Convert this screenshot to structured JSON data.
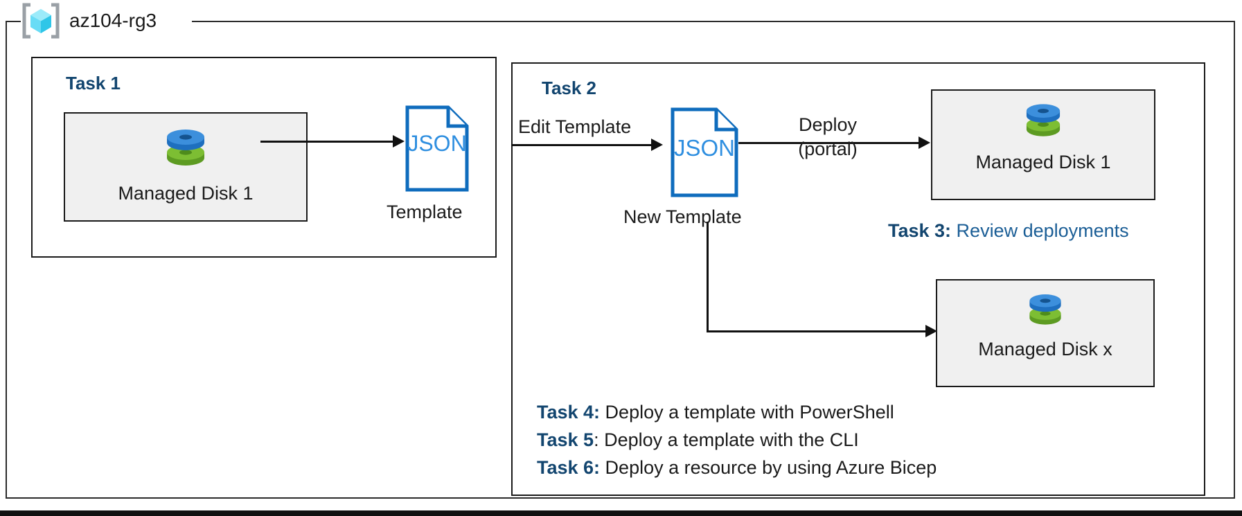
{
  "resource_group": {
    "name": "az104-rg3",
    "icon": "azure-resource-group-cube-icon"
  },
  "tasks": {
    "task1": {
      "heading": "Task 1"
    },
    "task2": {
      "heading": "Task 2"
    },
    "task3": {
      "prefix": "Task 3:",
      "body": " Review deployments"
    },
    "task4": {
      "prefix": "Task 4:",
      "body": " Deploy a template with PowerShell"
    },
    "task5": {
      "prefix": "Task 5",
      "body": ": Deploy a template with the CLI"
    },
    "task6": {
      "prefix": "Task 6:",
      "body": " Deploy a resource by using Azure Bicep"
    }
  },
  "resources": {
    "disk1_task1": {
      "label": "Managed Disk 1",
      "icon": "managed-disk-icon"
    },
    "disk1_task2": {
      "label": "Managed Disk 1",
      "icon": "managed-disk-icon"
    },
    "diskx_task2": {
      "label": "Managed Disk x",
      "icon": "managed-disk-icon"
    }
  },
  "templates": {
    "template1": {
      "doc_text": "JSON",
      "caption": "Template",
      "icon": "json-document-icon"
    },
    "template2": {
      "doc_text": "JSON",
      "caption": "New Template",
      "icon": "json-document-icon"
    }
  },
  "connectors": {
    "export_arrow": {
      "label": ""
    },
    "edit_arrow": {
      "label": "Edit Template"
    },
    "deploy_arrow": {
      "label": "Deploy",
      "sublabel": "(portal)"
    },
    "deploy_x_arrow": {
      "label": ""
    }
  },
  "colors": {
    "azure_blue": "#0F6CBD",
    "heading_navy": "#12456F",
    "link_blue": "#1B5E96",
    "box_fill": "#F0F0F0",
    "box_border": "#1a1a1a",
    "disk_blue": "#3C8FDC",
    "disk_green": "#6BAE2B",
    "cube_cyan": "#5BD8F5",
    "bracket_gray": "#9AA0A6"
  }
}
